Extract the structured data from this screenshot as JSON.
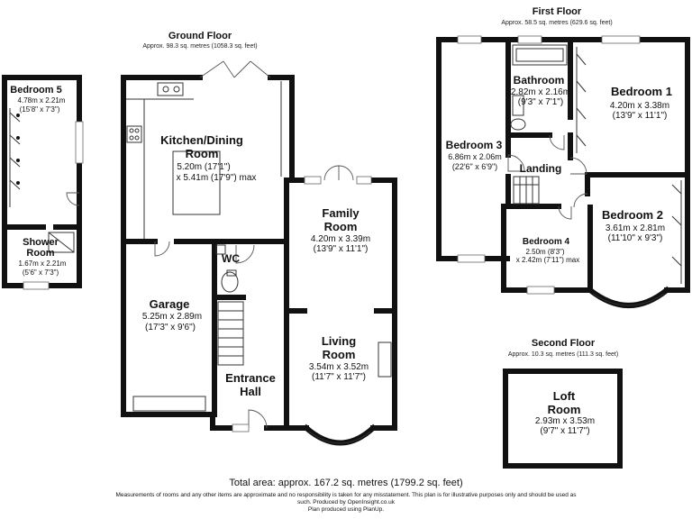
{
  "floors": {
    "ground": {
      "title": "Ground Floor",
      "area": "Approx. 98.3 sq. metres (1058.3 sq. feet)"
    },
    "first": {
      "title": "First Floor",
      "area": "Approx. 58.5 sq. metres (629.6 sq. feet)"
    },
    "second": {
      "title": "Second Floor",
      "area": "Approx. 10.3 sq. metres (111.3 sq. feet)"
    }
  },
  "rooms": {
    "bedroom5": {
      "name": "Bedroom 5",
      "dim1": "4.78m x 2.21m",
      "dim2": "(15'8\" x 7'3\")"
    },
    "shower": {
      "name1": "Shower",
      "name2": "Room",
      "dim1": "1.67m x 2.21m",
      "dim2": "(5'6\" x 7'3\")"
    },
    "kitchen": {
      "name1": "Kitchen/Dining",
      "name2": "Room",
      "dim1": "5.20m (17'1\")",
      "dim2": "x 5.41m (17'9\") max"
    },
    "wc": {
      "name": "WC"
    },
    "family": {
      "name1": "Family",
      "name2": "Room",
      "dim1": "4.20m x 3.39m",
      "dim2": "(13'9\" x 11'1\")"
    },
    "garage": {
      "name": "Garage",
      "dim1": "5.25m x 2.89m",
      "dim2": "(17'3\" x 9'6\")"
    },
    "living": {
      "name1": "Living",
      "name2": "Room",
      "dim1": "3.54m x 3.52m",
      "dim2": "(11'7\" x 11'7\")"
    },
    "entrance": {
      "name1": "Entrance",
      "name2": "Hall"
    },
    "bathroom": {
      "name": "Bathroom",
      "dim1": "2.82m x 2.16m",
      "dim2": "(9'3\" x 7'1\")"
    },
    "bedroom1": {
      "name": "Bedroom 1",
      "dim1": "4.20m x 3.38m",
      "dim2": "(13'9\" x 11'1\")"
    },
    "bedroom3": {
      "name": "Bedroom 3",
      "dim1": "6.86m x 2.06m",
      "dim2": "(22'6\" x 6'9\")"
    },
    "landing": {
      "name": "Landing"
    },
    "bedroom2": {
      "name": "Bedroom 2",
      "dim1": "3.61m x 2.81m",
      "dim2": "(11'10\" x 9'3\")"
    },
    "bedroom4": {
      "name": "Bedroom 4",
      "dim1": "2.50m (8'3\")",
      "dim2": "x 2.42m (7'11\") max"
    },
    "loft": {
      "name1": "Loft",
      "name2": "Room",
      "dim1": "2.93m x 3.53m",
      "dim2": "(9'7\" x 11'7\")"
    }
  },
  "footer": {
    "total": "Total area: approx. 167.2 sq. metres (1799.2 sq. feet)",
    "disclaimer1": "Measurements of rooms and any other items are approximate and no responsibility is taken for any misstatement. This plan is for illustrative purposes only and should be used as",
    "disclaimer2": "such. Produced by OpenInsight.co.uk",
    "disclaimer3": "Plan produced using PlanUp."
  }
}
